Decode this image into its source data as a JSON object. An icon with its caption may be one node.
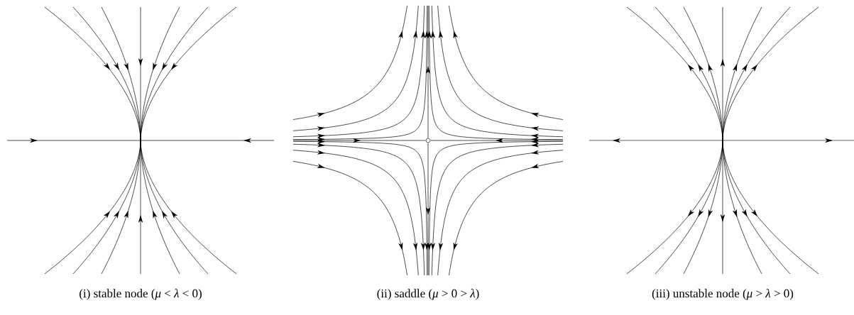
{
  "diagram": {
    "labels": [
      "(i) stable node (*μ* < *λ* < 0)",
      "(ii) saddle (*μ* > 0 > *λ*)",
      "(iii) unstable node (*μ* > *λ* > 0)"
    ]
  }
}
